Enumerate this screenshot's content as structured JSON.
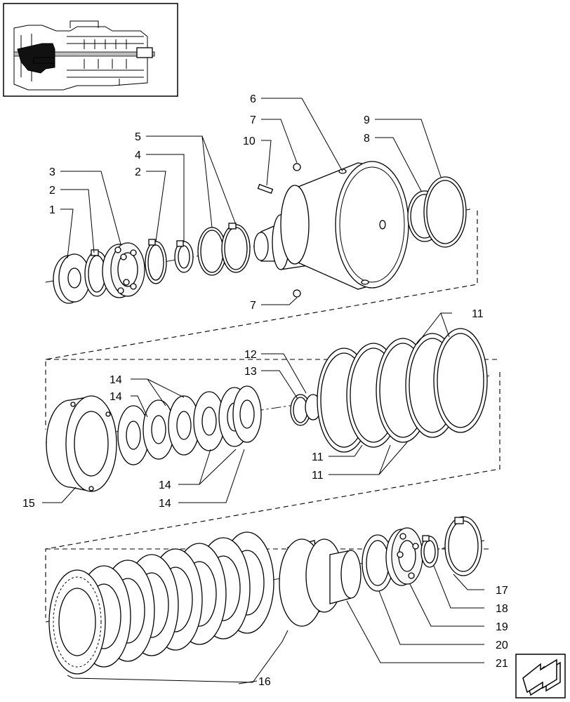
{
  "diagram": {
    "callouts": [
      {
        "id": "c1",
        "text": "1"
      },
      {
        "id": "c2a",
        "text": "2"
      },
      {
        "id": "c2b",
        "text": "2"
      },
      {
        "id": "c3",
        "text": "3"
      },
      {
        "id": "c4",
        "text": "4"
      },
      {
        "id": "c5",
        "text": "5"
      },
      {
        "id": "c6",
        "text": "6"
      },
      {
        "id": "c7a",
        "text": "7"
      },
      {
        "id": "c7b",
        "text": "7"
      },
      {
        "id": "c8",
        "text": "8"
      },
      {
        "id": "c9",
        "text": "9"
      },
      {
        "id": "c10",
        "text": "10"
      },
      {
        "id": "c11a",
        "text": "11"
      },
      {
        "id": "c11b",
        "text": "11"
      },
      {
        "id": "c11c",
        "text": "11"
      },
      {
        "id": "c12",
        "text": "12"
      },
      {
        "id": "c13",
        "text": "13"
      },
      {
        "id": "c14a",
        "text": "14"
      },
      {
        "id": "c14b",
        "text": "14"
      },
      {
        "id": "c14c",
        "text": "14"
      },
      {
        "id": "c14d",
        "text": "14"
      },
      {
        "id": "c15",
        "text": "15"
      },
      {
        "id": "c16",
        "text": "16"
      },
      {
        "id": "c17",
        "text": "17"
      },
      {
        "id": "c18",
        "text": "18"
      },
      {
        "id": "c19",
        "text": "19"
      },
      {
        "id": "c20",
        "text": "20"
      },
      {
        "id": "c21",
        "text": "21"
      }
    ]
  },
  "navigation": {
    "next_page_icon": "arrow-next-page-icon"
  }
}
